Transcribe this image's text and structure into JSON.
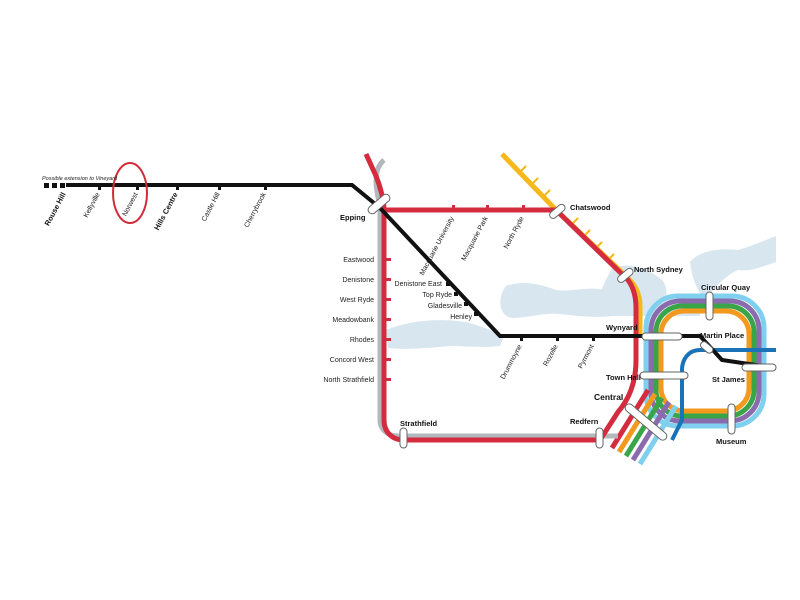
{
  "map": {
    "extension_note": "Possible extension to Vineyard",
    "colors": {
      "red": "#d52b3f",
      "grey": "#b3b8bd",
      "black": "#111111",
      "yellow": "#f6b81a",
      "orange": "#f39a1e",
      "green": "#39a548",
      "purple": "#8a6cae",
      "lightblue": "#7fd0ee",
      "blue": "#1a72b8",
      "water": "#d7e6ef",
      "highlight": "#d32a3a"
    },
    "highlighted_station": "Norwest",
    "northwest_stations": {
      "rouse_hill": "Rouse Hill",
      "kellyville": "Kellyville",
      "norwest": "Norwest",
      "hills_centre": "Hills Centre",
      "castle_hill": "Castle Hill",
      "cherrybrook": "Cherrybrook"
    },
    "interchanges": {
      "epping": "Epping",
      "chatswood": "Chatswood",
      "north_sydney": "North Sydney",
      "circular_quay": "Circular Quay",
      "wynyard": "Wynyard",
      "martin_place": "Martin Place",
      "town_hall": "Town Hall",
      "st_james": "St James",
      "central": "Central",
      "redfern": "Redfern",
      "museum": "Museum",
      "strathfield": "Strathfield"
    },
    "epping_chatswood": {
      "macquarie_university": "Macquarie University",
      "macquarie_park": "Macquarie Park",
      "north_ryde": "North Ryde"
    },
    "northern_line": {
      "eastwood": "Eastwood",
      "denistone": "Denistone",
      "west_ryde": "West Ryde",
      "meadowbank": "Meadowbank",
      "rhodes": "Rhodes",
      "concord_west": "Concord West",
      "north_strathfield": "North Strathfield"
    },
    "metro_stations": {
      "denistone_east": "Denistone East",
      "top_ryde": "Top Ryde",
      "gladesville": "Gladesville",
      "henley": "Henley",
      "drummoyne": "Drummoyne",
      "rozelle": "Rozelle",
      "pyrmont": "Pyrmont"
    }
  }
}
